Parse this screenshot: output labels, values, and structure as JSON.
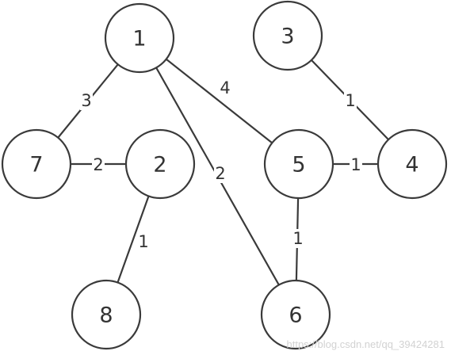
{
  "graph": {
    "nodes": [
      {
        "id": "1",
        "label": "1"
      },
      {
        "id": "2",
        "label": "2"
      },
      {
        "id": "3",
        "label": "3"
      },
      {
        "id": "4",
        "label": "4"
      },
      {
        "id": "5",
        "label": "5"
      },
      {
        "id": "6",
        "label": "6"
      },
      {
        "id": "7",
        "label": "7"
      },
      {
        "id": "8",
        "label": "8"
      }
    ],
    "edges": [
      {
        "from": "1",
        "to": "7",
        "weight": "3"
      },
      {
        "from": "1",
        "to": "5",
        "weight": "4"
      },
      {
        "from": "1",
        "to": "6",
        "weight": "2"
      },
      {
        "from": "7",
        "to": "2",
        "weight": "2"
      },
      {
        "from": "2",
        "to": "8",
        "weight": "1"
      },
      {
        "from": "3",
        "to": "4",
        "weight": "1"
      },
      {
        "from": "5",
        "to": "4",
        "weight": "1"
      },
      {
        "from": "5",
        "to": "6",
        "weight": "1"
      }
    ]
  },
  "watermark": "https://blog.csdn.net/qq_39424281",
  "colors": {
    "stroke": "#3a3a3a",
    "text": "#333333",
    "background": "#ffffff",
    "watermark": "#d2d2d2"
  }
}
